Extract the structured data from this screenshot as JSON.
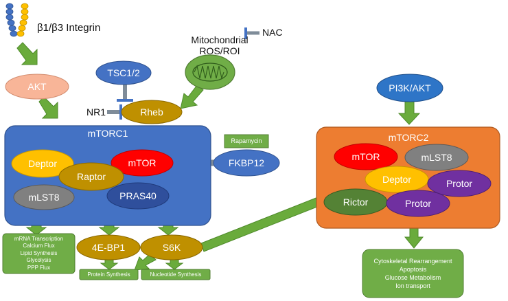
{
  "integrin": {
    "label": "β1/β3 Integrin"
  },
  "akt": {
    "label": "AKT"
  },
  "mitochondrial": {
    "line1": "Mitochondrial",
    "line2": "ROS/ROI"
  },
  "nac": {
    "label": "NAC"
  },
  "tsc": {
    "label": "TSC1/2"
  },
  "rheb": {
    "label": "Rheb"
  },
  "nr1": {
    "label": "NR1"
  },
  "mtorc1": {
    "title": "mTORC1",
    "deptor": "Deptor",
    "mtor": "mTOR",
    "raptor": "Raptor",
    "mlst8": "mLST8",
    "pras40": "PRAS40"
  },
  "rapamycin": {
    "label": "Rapamycin"
  },
  "fkbp12": {
    "label": "FKBP12"
  },
  "outputs1": {
    "transcription": [
      "mRNA Transcription",
      "Calcium Flux",
      "Lipid Synthesis",
      "Glycolysis",
      "PPP Flux"
    ],
    "ebp1": "4E-BP1",
    "s6k": "S6K",
    "protein_synthesis": "Protein Synthesis",
    "nucleotide_synthesis": "Nucleotide Synthesis"
  },
  "pi3k": {
    "label": "PI3K/AKT"
  },
  "mtorc2": {
    "title": "mTORC2",
    "mtor": "mTOR",
    "mlst8": "mLST8",
    "deptor": "Deptor",
    "protor1": "Protor",
    "rictor": "Rictor",
    "protor2": "Protor"
  },
  "outputs2": {
    "lines": [
      "Cytoskeletal Rearrangement",
      "Apoptosis",
      "Glucose Metabolism",
      "Ion transport"
    ]
  },
  "colors": {
    "arrow_green": "#6aab3c",
    "mtorc1_blue": "#4472c4",
    "mtorc2_orange": "#ed7d31",
    "olive": "#bf9000",
    "green_box": "#70ad47",
    "inhibitor_grey": "#7f8c99"
  }
}
